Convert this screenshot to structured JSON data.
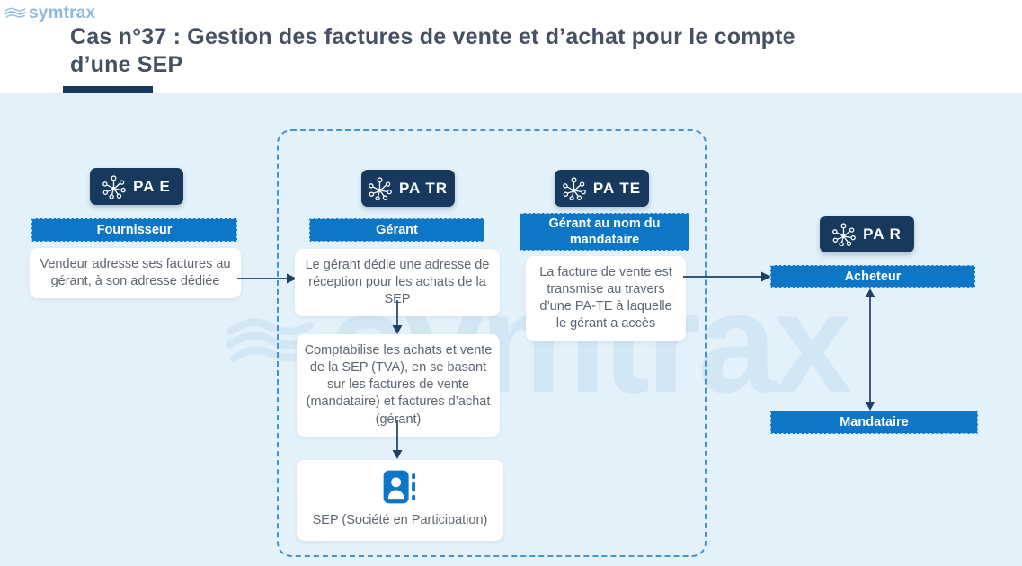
{
  "logo": {
    "text": "symtrax"
  },
  "header": {
    "title_line1": "Cas n°37 : Gestion des factures de vente et d’achat pour le compte",
    "title_line2": "d’une SEP"
  },
  "watermark": {
    "text": "symtrax"
  },
  "colors": {
    "navy": "#17395e",
    "blue": "#0e76c6",
    "panel_background": "#e3f1fa",
    "watermark": "#d2e6f4",
    "dashed_border": "#4793cf",
    "title_text": "#475063",
    "body_text": "#5d6673",
    "logo_text": "#8cb9dd",
    "arrow": "#1f4064"
  },
  "nodes": {
    "pae": {
      "badge": "PA E",
      "role": "Fournisseur",
      "description": "Vendeur adresse ses factures au gérant, à son adresse dédiée"
    },
    "patr": {
      "badge": "PA TR",
      "role": "Gérant",
      "description1": "Le gérant dédie une adresse de réception pour les achats de la SEP",
      "description2": "Comptabilise les achats et vente de la SEP (TVA), en se basant sur les factures de vente (mandataire) et factures d’achat (gérant)",
      "sep_label": "SEP (Société en Participation)"
    },
    "pate": {
      "badge": "PA TE",
      "role": "Gérant au nom du mandataire",
      "description": "La facture de vente est transmise au travers d’une PA-TE à laquelle le gérant a accès"
    },
    "par": {
      "badge": "PA R",
      "role_top": "Acheteur",
      "role_bottom": "Mandataire"
    }
  }
}
